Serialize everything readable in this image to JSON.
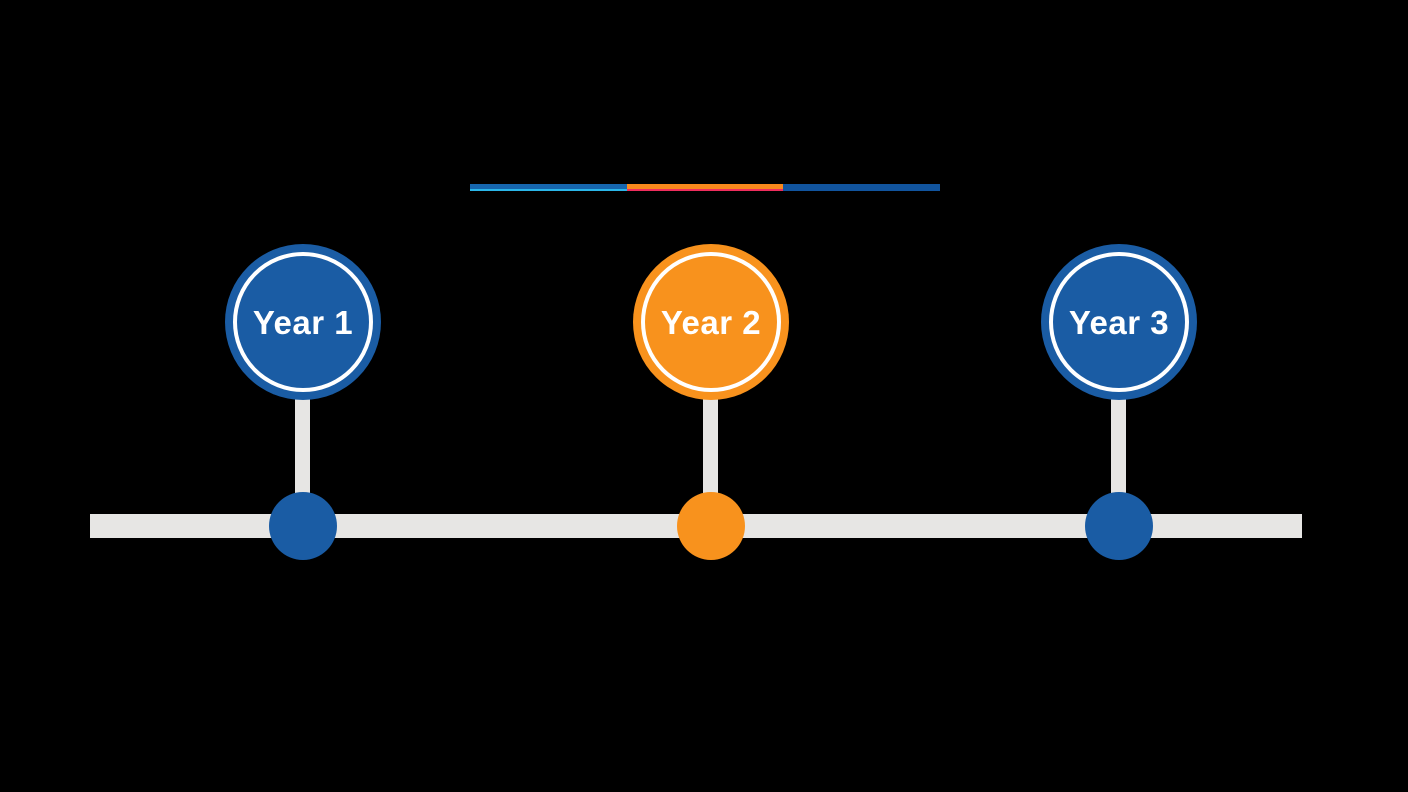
{
  "canvas": {
    "background_color": "#000000"
  },
  "divider": {
    "segments": [
      {
        "name": "left",
        "color": "#1666AE",
        "edge_color": "#2BB6E9"
      },
      {
        "name": "middle",
        "color": "#F8891C",
        "edge_color": "#EE2D5D"
      },
      {
        "name": "right",
        "color": "#11549E",
        "edge_color": ""
      }
    ]
  },
  "timeline": {
    "bar_color": "#E7E6E4",
    "stem_color": "#E7E6E4",
    "label_text_color": "#FFFFFF",
    "milestones": [
      {
        "label": "Year 1",
        "color": "#1A5CA4"
      },
      {
        "label": "Year 2",
        "color": "#F8921D"
      },
      {
        "label": "Year 3",
        "color": "#1A5CA4"
      }
    ]
  }
}
